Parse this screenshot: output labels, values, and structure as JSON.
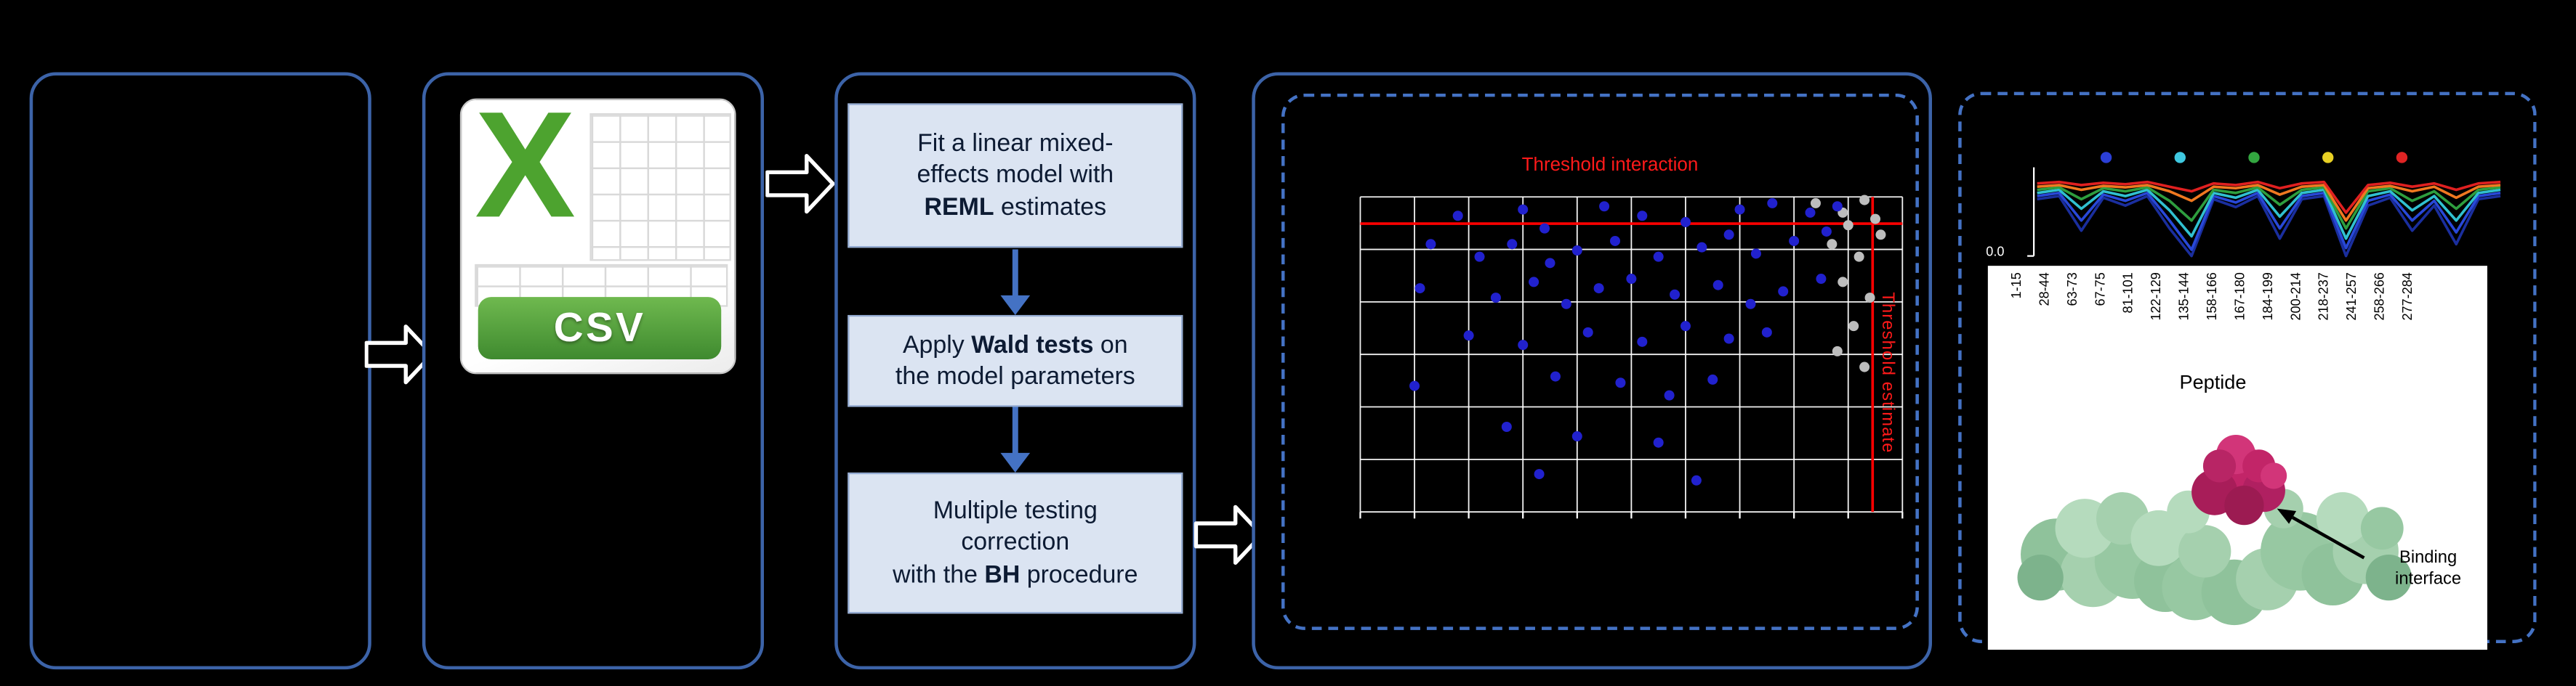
{
  "colors": {
    "background": "#000000",
    "box_border": "#3C63A8",
    "dashed_border": "#4472C4",
    "step_fill": "#DBE4F2",
    "threshold_red": "#FF0000",
    "scatter_blue": "#2121CE",
    "scatter_gray": "#BDBDBD"
  },
  "csv_icon": {
    "x_letter": "X",
    "banner_label": "CSV"
  },
  "steps": [
    {
      "pre": "Fit a linear mixed-\neffects model with\n",
      "bold": "REML",
      "post": " estimates"
    },
    {
      "pre": "Apply ",
      "bold": "Wald tests",
      "post": " on\nthe model parameters"
    },
    {
      "pre": "Multiple testing\ncorrection\nwith the ",
      "bold": "BH",
      "post": " procedure"
    }
  ],
  "scatter": {
    "type": "scatter",
    "top_threshold_label": "Threshold interaction",
    "right_threshold_label": "Threshold estimate",
    "grid": {
      "cols": 10,
      "rows": 6
    },
    "threshold_y_frac": 0.085,
    "threshold_x_frac": 0.945,
    "blue_points": [
      [
        0.18,
        0.06
      ],
      [
        0.3,
        0.04
      ],
      [
        0.34,
        0.1
      ],
      [
        0.45,
        0.03
      ],
      [
        0.52,
        0.06
      ],
      [
        0.6,
        0.08
      ],
      [
        0.7,
        0.04
      ],
      [
        0.76,
        0.02
      ],
      [
        0.83,
        0.05
      ],
      [
        0.88,
        0.03
      ],
      [
        0.13,
        0.15
      ],
      [
        0.22,
        0.19
      ],
      [
        0.28,
        0.15
      ],
      [
        0.35,
        0.21
      ],
      [
        0.4,
        0.17
      ],
      [
        0.47,
        0.14
      ],
      [
        0.55,
        0.19
      ],
      [
        0.63,
        0.16
      ],
      [
        0.68,
        0.12
      ],
      [
        0.73,
        0.18
      ],
      [
        0.8,
        0.14
      ],
      [
        0.86,
        0.11
      ],
      [
        0.11,
        0.29
      ],
      [
        0.25,
        0.32
      ],
      [
        0.32,
        0.27
      ],
      [
        0.38,
        0.34
      ],
      [
        0.44,
        0.29
      ],
      [
        0.5,
        0.26
      ],
      [
        0.58,
        0.31
      ],
      [
        0.66,
        0.28
      ],
      [
        0.72,
        0.34
      ],
      [
        0.78,
        0.3
      ],
      [
        0.85,
        0.26
      ],
      [
        0.2,
        0.44
      ],
      [
        0.3,
        0.47
      ],
      [
        0.42,
        0.43
      ],
      [
        0.52,
        0.46
      ],
      [
        0.6,
        0.41
      ],
      [
        0.68,
        0.45
      ],
      [
        0.75,
        0.43
      ],
      [
        0.1,
        0.6
      ],
      [
        0.36,
        0.57
      ],
      [
        0.48,
        0.59
      ],
      [
        0.57,
        0.63
      ],
      [
        0.65,
        0.58
      ],
      [
        0.27,
        0.73
      ],
      [
        0.4,
        0.76
      ],
      [
        0.55,
        0.78
      ],
      [
        0.33,
        0.88
      ],
      [
        0.62,
        0.9
      ]
    ],
    "gray_points": [
      [
        0.84,
        0.02
      ],
      [
        0.89,
        0.05
      ],
      [
        0.93,
        0.01
      ],
      [
        0.9,
        0.09
      ],
      [
        0.95,
        0.07
      ],
      [
        0.87,
        0.15
      ],
      [
        0.92,
        0.19
      ],
      [
        0.89,
        0.27
      ],
      [
        0.94,
        0.32
      ],
      [
        0.91,
        0.41
      ],
      [
        0.88,
        0.49
      ],
      [
        0.93,
        0.54
      ],
      [
        0.96,
        0.12
      ]
    ]
  },
  "profile_chart": {
    "type": "line",
    "y_tick_label": "0.0",
    "marker_colors": [
      "#2B3FD6",
      "#3FC8E0",
      "#33A640",
      "#E8D024",
      "#E02424"
    ],
    "series": [
      {
        "color": "#1A2E9E",
        "values": [
          0.28,
          0.24,
          0.68,
          0.26,
          0.36,
          0.24,
          0.65,
          1.0,
          0.28,
          0.38,
          0.24,
          0.78,
          0.28,
          0.24,
          1.0,
          0.36,
          0.26,
          0.68,
          0.36,
          0.85,
          0.28,
          0.24
        ]
      },
      {
        "color": "#2848D8",
        "values": [
          0.24,
          0.2,
          0.55,
          0.22,
          0.3,
          0.2,
          0.55,
          0.92,
          0.24,
          0.32,
          0.2,
          0.65,
          0.24,
          0.2,
          0.9,
          0.3,
          0.22,
          0.55,
          0.3,
          0.7,
          0.24,
          0.2
        ]
      },
      {
        "color": "#30C0D0",
        "values": [
          0.2,
          0.16,
          0.4,
          0.18,
          0.24,
          0.16,
          0.42,
          0.75,
          0.2,
          0.26,
          0.16,
          0.5,
          0.2,
          0.16,
          0.78,
          0.24,
          0.18,
          0.42,
          0.24,
          0.55,
          0.2,
          0.16
        ]
      },
      {
        "color": "#2E9E3E",
        "values": [
          0.16,
          0.13,
          0.28,
          0.14,
          0.18,
          0.13,
          0.3,
          0.55,
          0.16,
          0.2,
          0.13,
          0.35,
          0.16,
          0.13,
          0.65,
          0.18,
          0.14,
          0.3,
          0.18,
          0.4,
          0.16,
          0.13
        ]
      },
      {
        "color": "#F07820",
        "values": [
          0.12,
          0.1,
          0.16,
          0.11,
          0.13,
          0.1,
          0.18,
          0.3,
          0.12,
          0.14,
          0.1,
          0.22,
          0.12,
          0.1,
          0.55,
          0.14,
          0.11,
          0.18,
          0.12,
          0.26,
          0.12,
          0.1
        ]
      },
      {
        "color": "#E02020",
        "values": [
          0.08,
          0.06,
          0.1,
          0.07,
          0.09,
          0.06,
          0.12,
          0.18,
          0.08,
          0.1,
          0.06,
          0.14,
          0.08,
          0.06,
          0.45,
          0.1,
          0.07,
          0.12,
          0.08,
          0.16,
          0.08,
          0.06
        ]
      }
    ]
  },
  "peptide_axis": {
    "labels": [
      "1-15",
      "28-44",
      "63-73",
      "67-75",
      "81-101",
      "122-129",
      "135-144",
      "158-166",
      "167-180",
      "184-199",
      "200-214",
      "218-237",
      "241-257",
      "258-266",
      "277-284"
    ],
    "title": "Peptide"
  },
  "protein": {
    "annotation": "Binding\ninterface"
  }
}
